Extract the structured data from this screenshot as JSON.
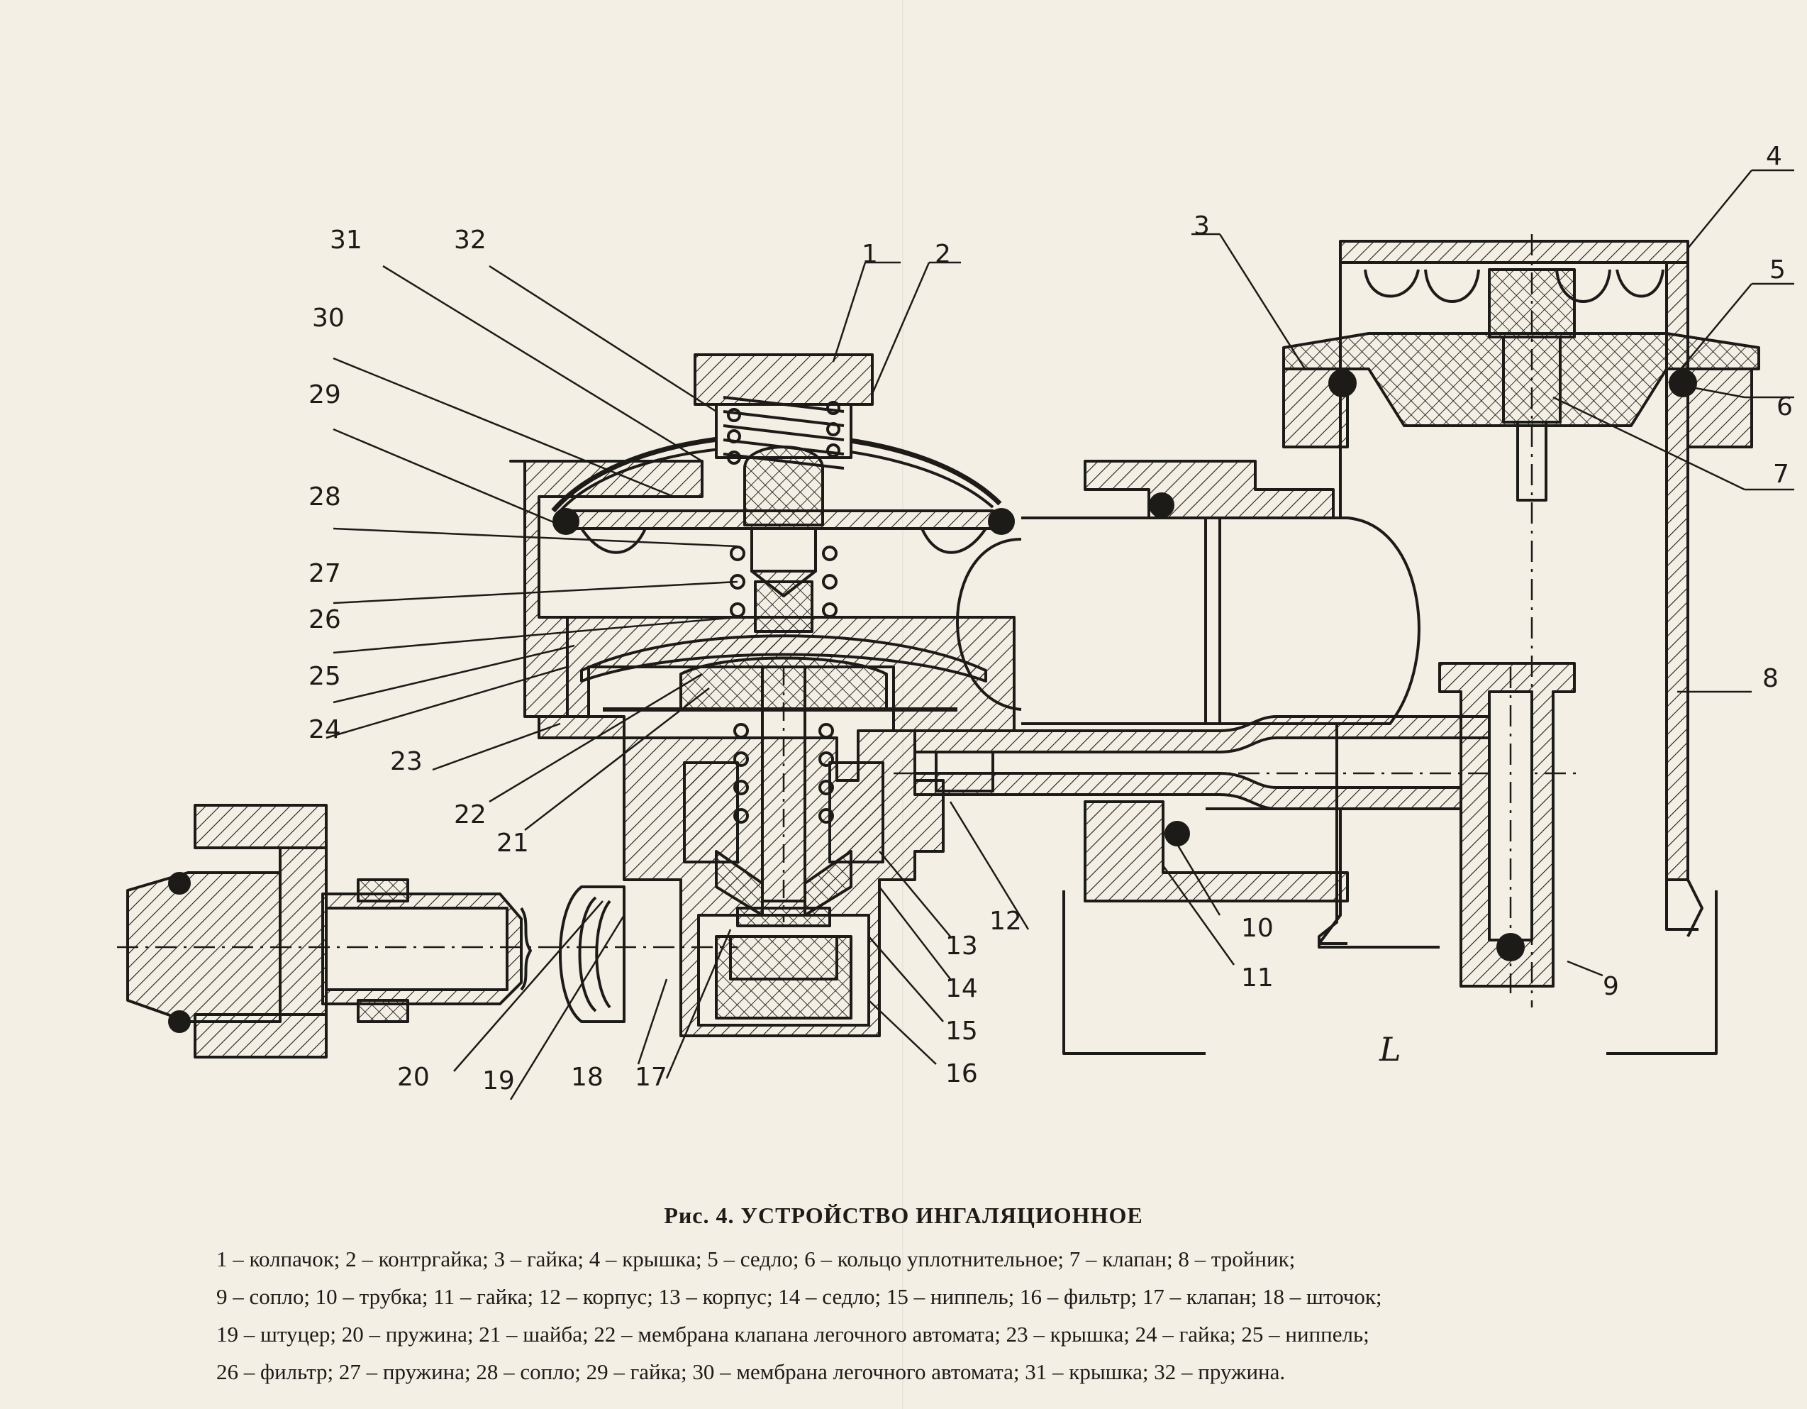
{
  "caption": {
    "title": "Рис. 4. УСТРОЙСТВО  ИНГАЛЯЦИОННОЕ",
    "lines": [
      "1 – колпачок; 2 – контргайка; 3 – гайка; 4 – крышка; 5 – седло; 6 – кольцо уплотнительное; 7 – клапан; 8 – тройник;",
      "9 – сопло; 10 – трубка; 11 – гайка; 12 – корпус; 13 – корпус; 14 – седло; 15 – ниппель; 16 – фильтр; 17 – клапан; 18 – шточок;",
      "19 – штуцер; 20 – пружина; 21 – шайба; 22 – мембрана клапана легочного автомата; 23 – крышка; 24 – гайка; 25 – ниппель;",
      "26 – фильтр; 27 – пружина; 28 – сопло; 29 – гайка; 30 – мембрана легочного автомата; 31 – крышка; 32 – пружина."
    ]
  },
  "callouts": {
    "n1": "1",
    "n2": "2",
    "n3": "3",
    "n4": "4",
    "n5": "5",
    "n6": "6",
    "n7": "7",
    "n8": "8",
    "n9": "9",
    "n10": "10",
    "n11": "11",
    "n12": "12",
    "n13": "13",
    "n14": "14",
    "n15": "15",
    "n16": "16",
    "n17": "17",
    "n18": "18",
    "n19": "19",
    "n20": "20",
    "n21": "21",
    "n22": "22",
    "n23": "23",
    "n24": "24",
    "n25": "25",
    "n26": "26",
    "n27": "27",
    "n28": "28",
    "n29": "29",
    "n30": "30",
    "n31": "31",
    "n32": "32"
  },
  "dimension_label": "L",
  "colors": {
    "paper": "#f3efe4",
    "ink": "#1d1b18"
  }
}
